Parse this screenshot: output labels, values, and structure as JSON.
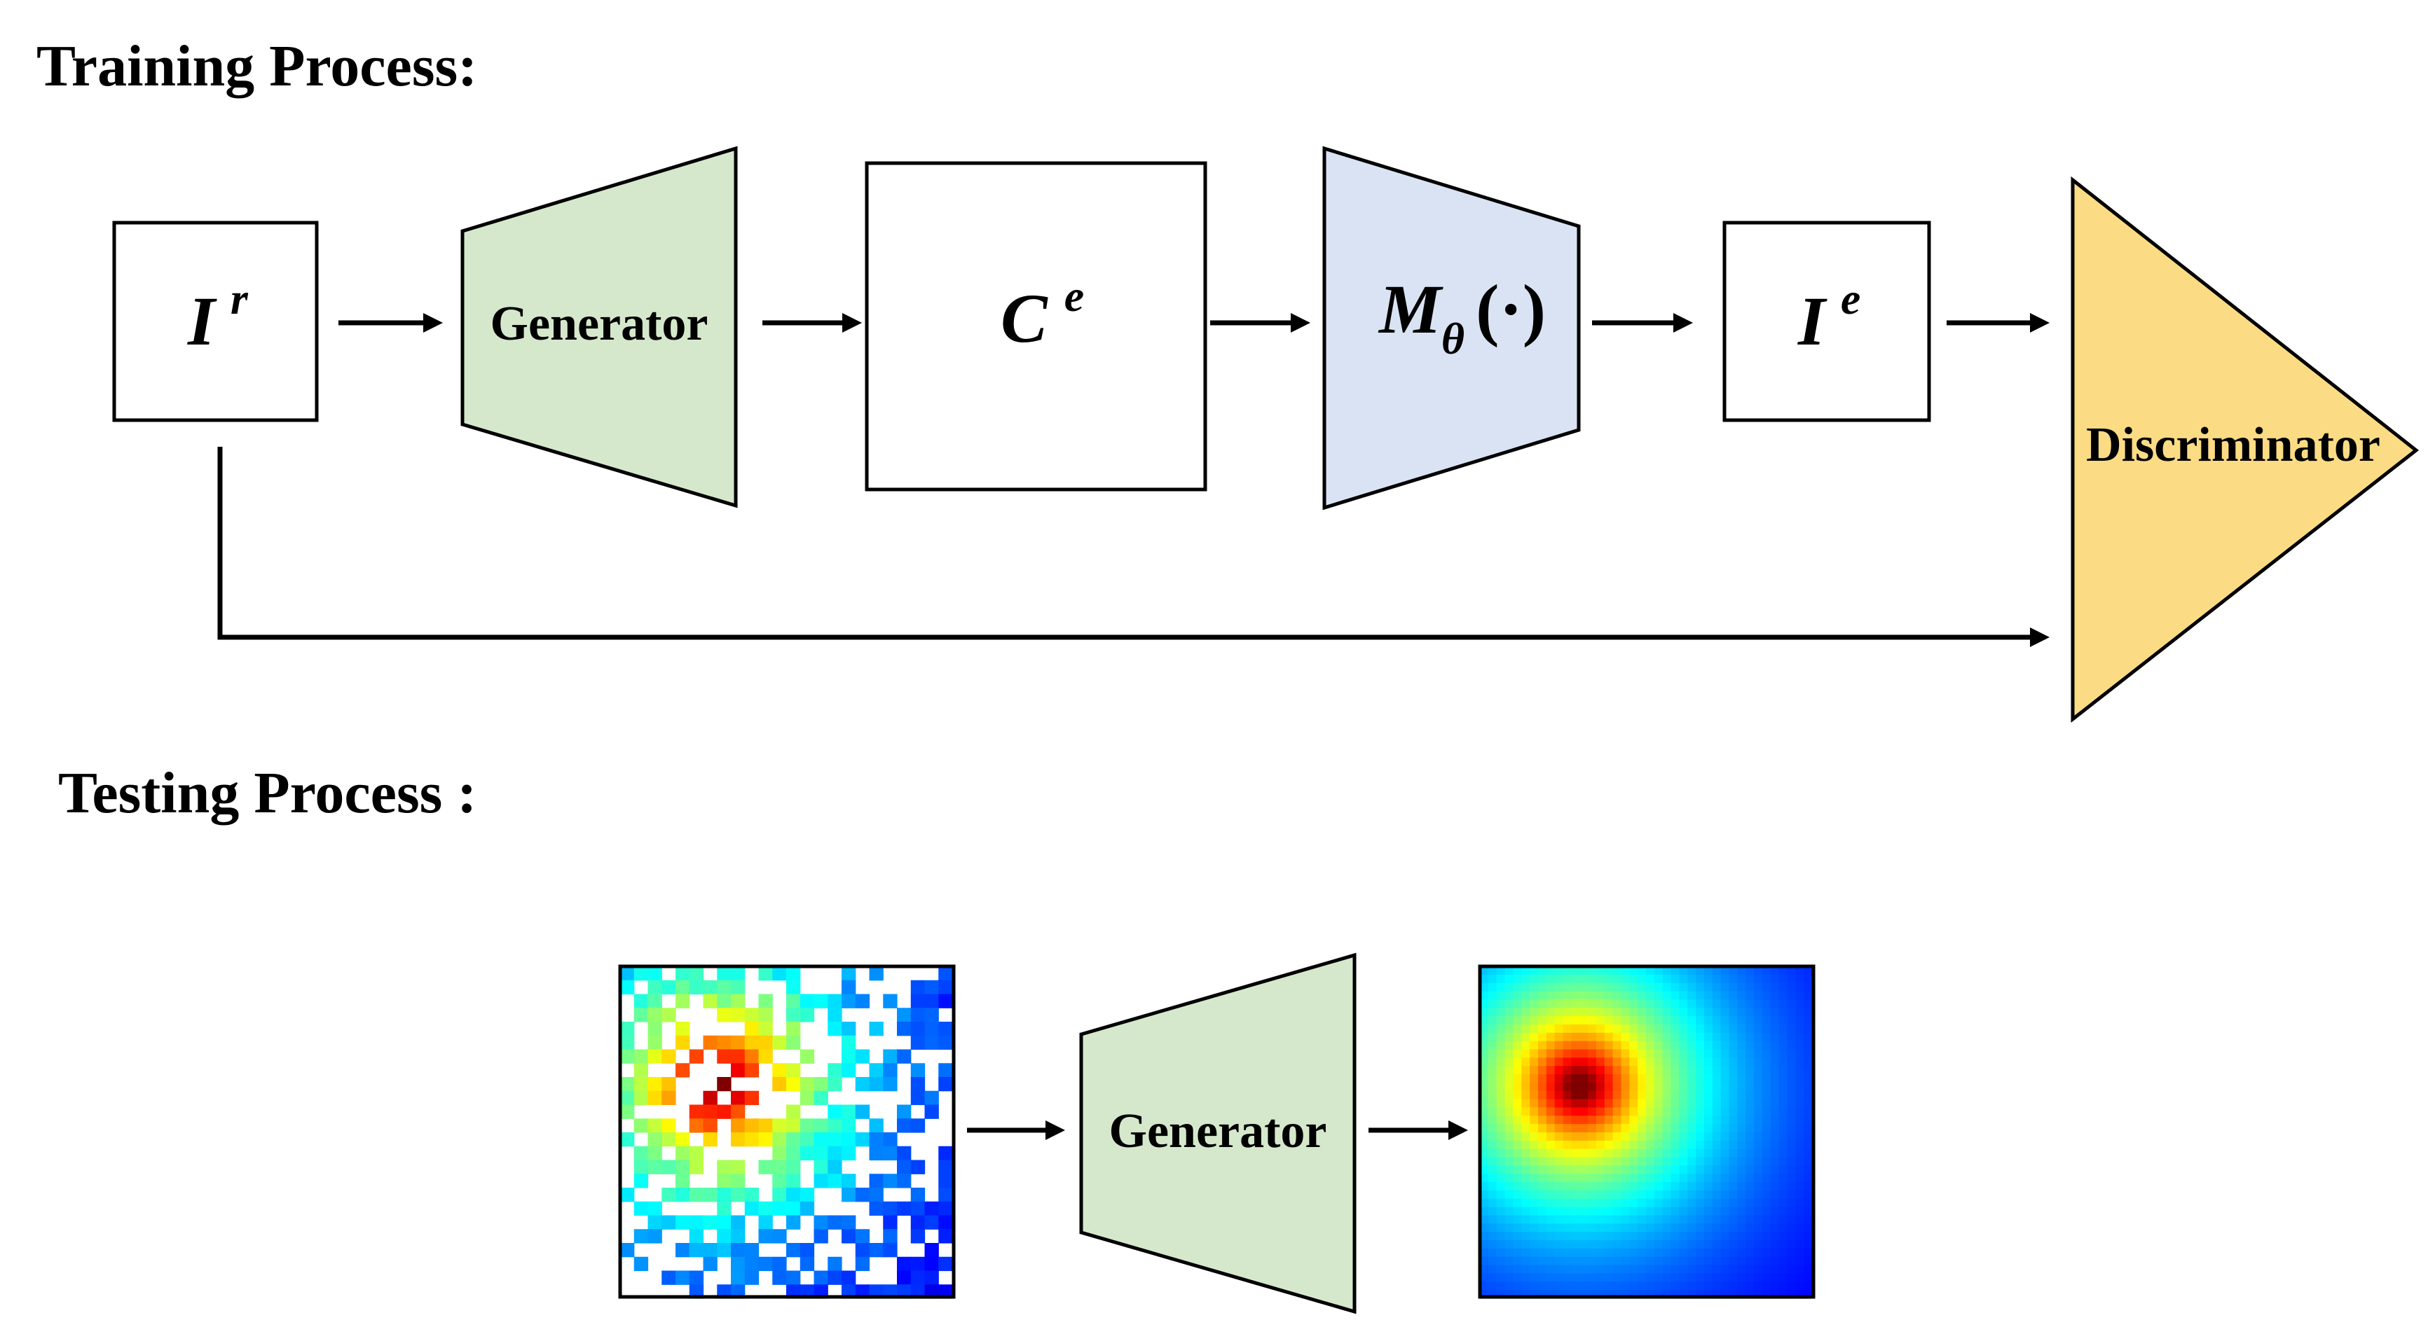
{
  "training": {
    "title": "Training Process:",
    "input_base": "I",
    "input_sup": "r",
    "generator_label": "Generator",
    "code_base": "C",
    "code_sup": "e",
    "model_base": "M",
    "model_sub": "θ",
    "model_args": "(·)",
    "output_base": "I",
    "output_sup": "e",
    "discriminator_label": "Discriminator"
  },
  "testing": {
    "title": "Testing Process :",
    "generator_label": "Generator"
  },
  "colors": {
    "generator_fill": "#d5e8cc",
    "model_fill": "#d9e3f3",
    "discriminator_fill": "#fbdb84",
    "stroke": "#000000"
  },
  "icons": {
    "arrow": "arrow-right",
    "heatmap_sparse": "sparse-heatmap-image",
    "heatmap_dense": "dense-heatmap-image"
  }
}
